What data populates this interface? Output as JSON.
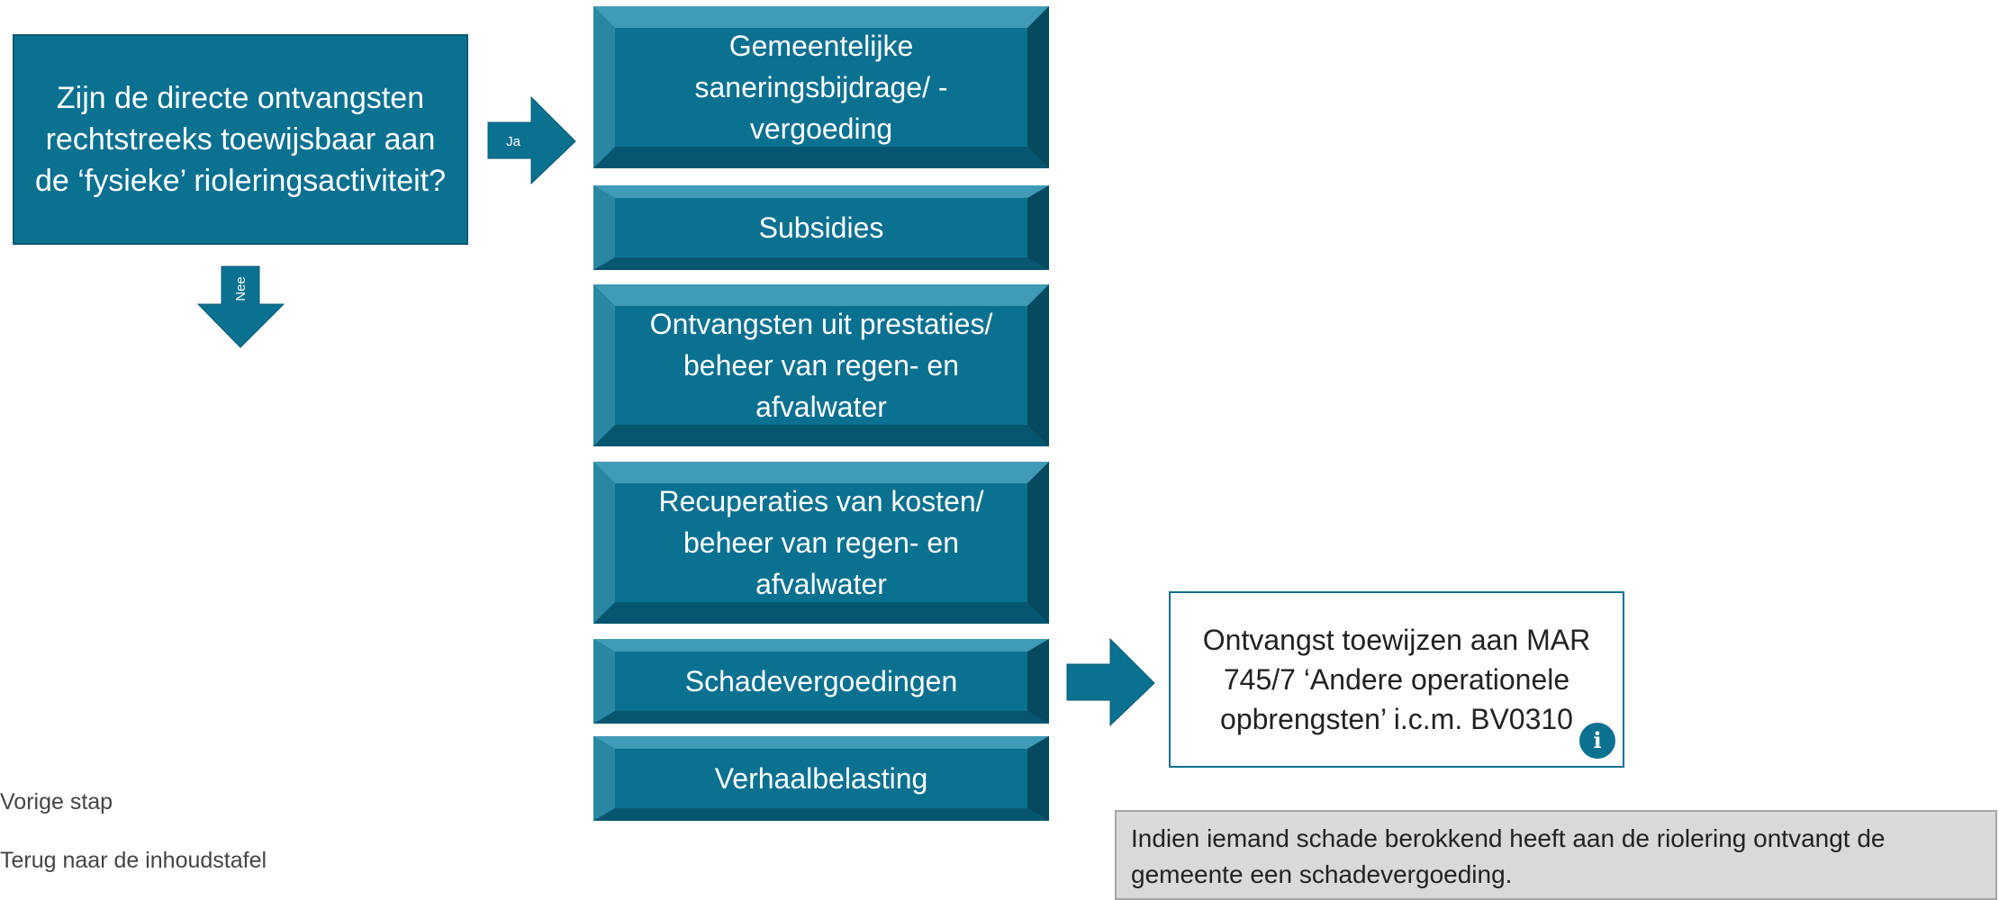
{
  "question": {
    "text": "Zijn de directe ontvangsten rechtstreeks toewijsbaar aan de ‘fysieke’ rioleringsactiviteit?"
  },
  "arrows": {
    "yes_label": "Ja",
    "no_label": "Nee"
  },
  "categories": [
    {
      "label": "Gemeentelijke\nsaneringsbijdrage/ -\nvergoeding"
    },
    {
      "label": "Subsidies"
    },
    {
      "label": "Ontvangsten uit prestaties/\nbeheer van regen- en\nafvalwater"
    },
    {
      "label": "Recuperaties van kosten/\nbeheer van regen- en\nafvalwater"
    },
    {
      "label": "Schadevergoedingen"
    },
    {
      "label": "Verhaalbelasting"
    }
  ],
  "result": {
    "text": "Ontvangst toewijzen aan MAR 745/7 ‘Andere operationele opbrengsten’ i.c.m. BV0310",
    "icon": "info-icon"
  },
  "navigation": {
    "previous": "Vorige stap",
    "toc": "Terug naar de inhoudstafel"
  },
  "note": {
    "text": "Indien iemand schade berokkend heeft aan de riolering ontvangt de gemeente een schadevergoeding."
  },
  "colors": {
    "box_fill": "#0b7191",
    "box_border": "#0a5a72",
    "bevel_light": "#3f9bb6",
    "bevel_dark": "#064a5f",
    "note_fill": "#d9d9d9"
  }
}
